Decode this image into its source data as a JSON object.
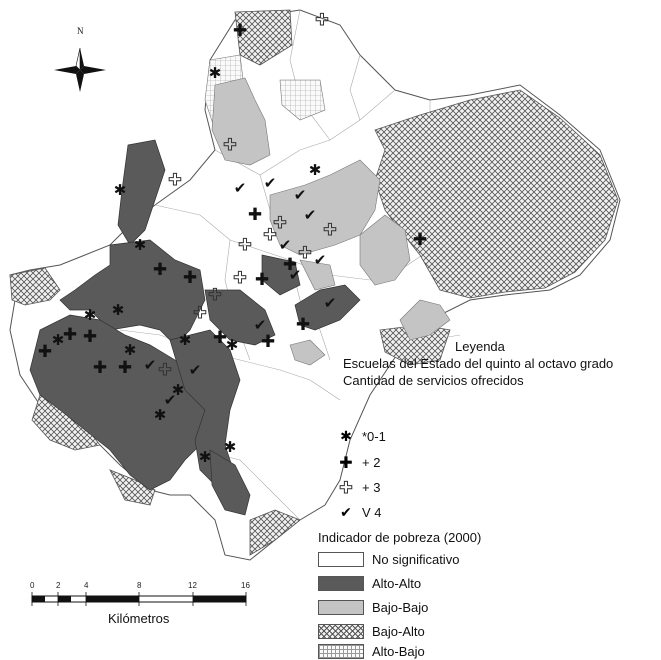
{
  "north_arrow": {
    "label": "N",
    "icon": "compass-rose-icon"
  },
  "legend": {
    "title": "Leyenda",
    "subtitle_line1": "Escuelas del Estado del quinto al octavo grado",
    "subtitle_line2": "Cantidad de servicios ofrecidos",
    "school_services": [
      {
        "label": "*0-1",
        "icon": "asterisk-icon"
      },
      {
        "label": "+ 2",
        "icon": "black-cross-icon"
      },
      {
        "label": "+ 3",
        "icon": "hollow-cross-icon"
      },
      {
        "label": "V 4",
        "icon": "checkmark-icon"
      }
    ]
  },
  "poverty_indicator": {
    "title": "Indicador de pobreza (2000)",
    "classes": [
      {
        "label": "No significativo",
        "pattern": "white"
      },
      {
        "label": "Alto-Alto",
        "pattern": "dark-gray",
        "color": "#5a5a5a"
      },
      {
        "label": "Bajo-Bajo",
        "pattern": "light-gray",
        "color": "#c4c4c4"
      },
      {
        "label": "Bajo-Alto",
        "pattern": "crosshatch"
      },
      {
        "label": "Alto-Bajo",
        "pattern": "grid"
      }
    ]
  },
  "scale_bar": {
    "ticks": [
      "0",
      "2",
      "4",
      "8",
      "12",
      "16"
    ],
    "unit": "Kilómetros"
  }
}
